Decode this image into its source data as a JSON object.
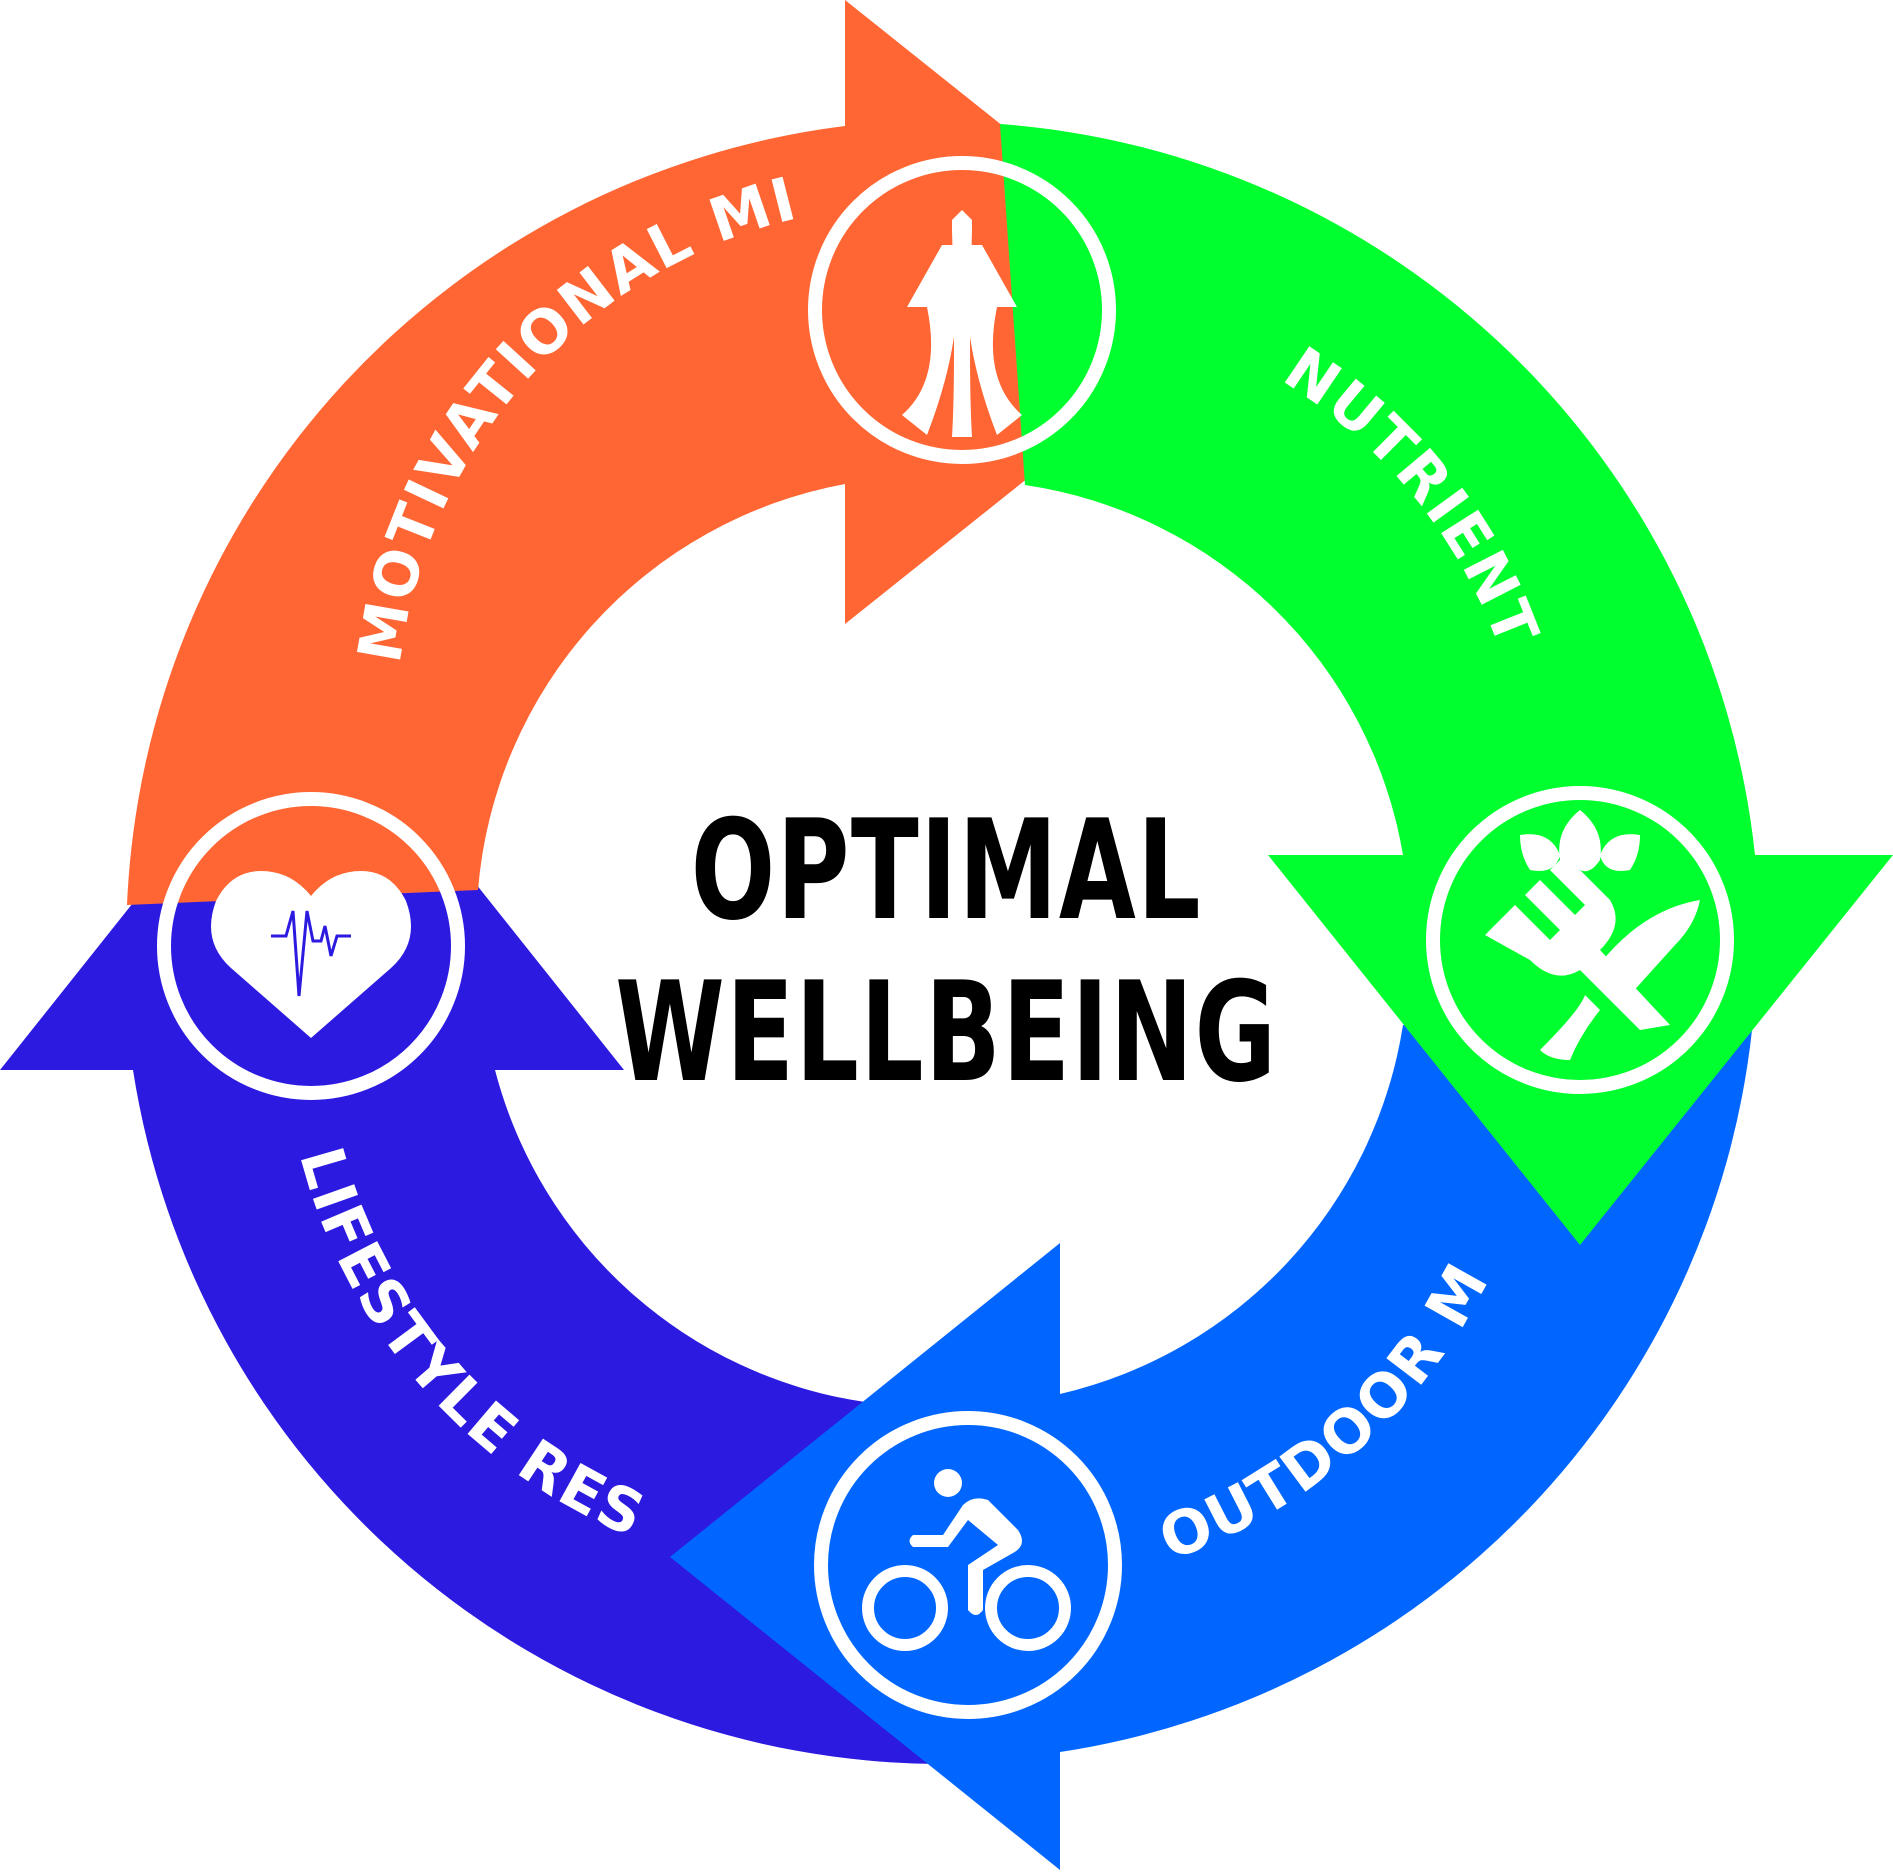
{
  "center": {
    "line1": "OPTIMAL",
    "line2": "WELLBEING"
  },
  "segments": [
    {
      "label": "MOTIVATIONAL MINDSET",
      "icon": "rising-arrows-icon",
      "color": "#FF6633"
    },
    {
      "label": "NUTRIENT FUEL",
      "icon": "fork-knife-leaf-icon",
      "color": "#00FF2E"
    },
    {
      "label": "OUTDOOR MOVEMENT",
      "icon": "cyclist-icon",
      "color": "#0066FF"
    },
    {
      "label": "LIFESTYLE RESILIENCE",
      "icon": "heart-pulse-icon",
      "color": "#2C1AE0"
    }
  ]
}
